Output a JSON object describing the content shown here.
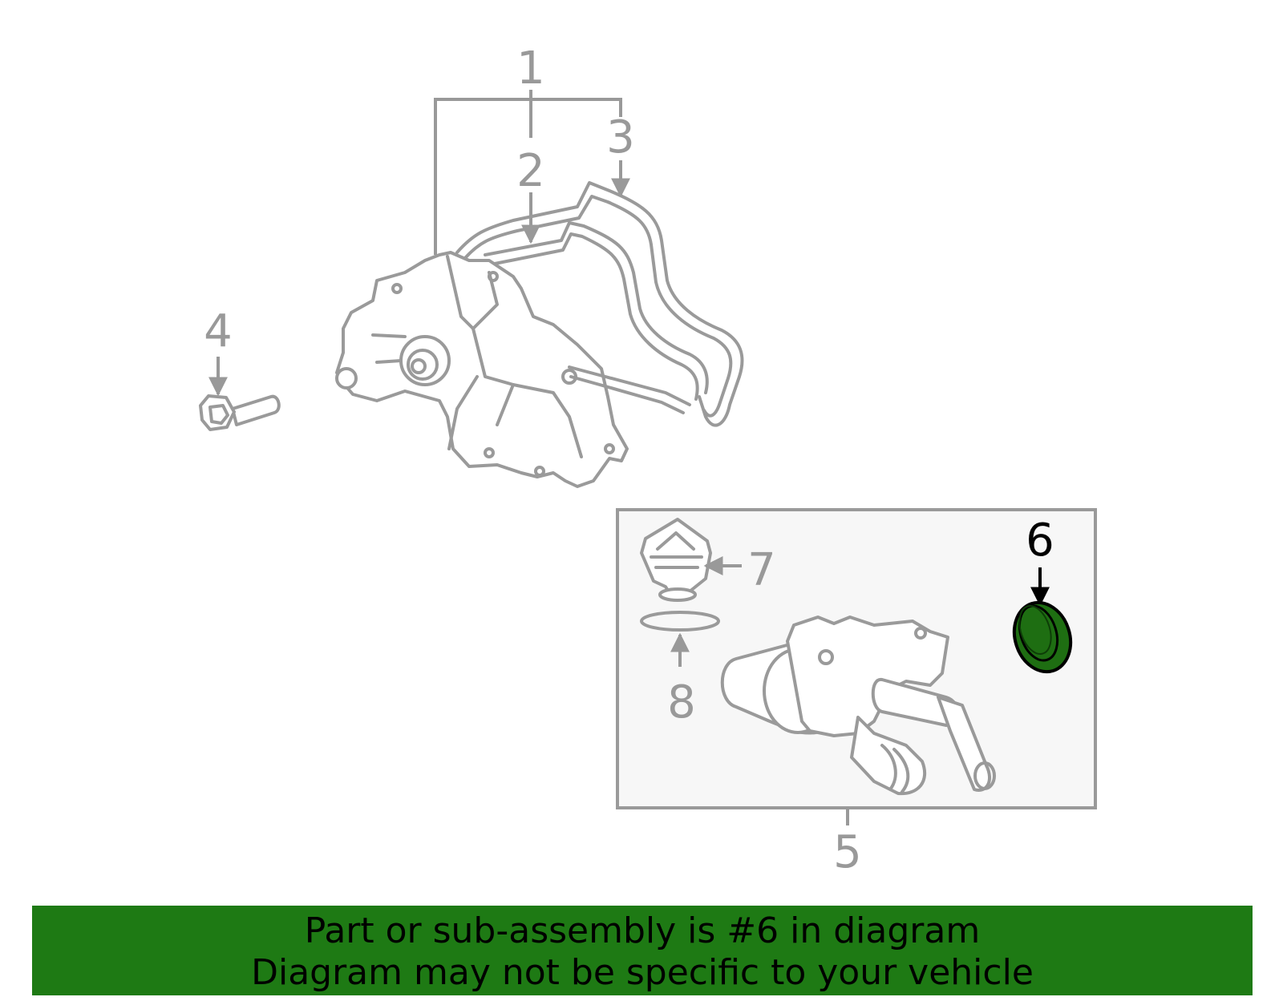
{
  "callouts": {
    "c1": "1",
    "c2": "2",
    "c3": "3",
    "c4": "4",
    "c5": "5",
    "c6": "6",
    "c7": "7",
    "c8": "8"
  },
  "highlight": {
    "part_number": "6",
    "fill_color": "#1e6e12",
    "label_color": "#000000"
  },
  "colors": {
    "line": "#9a9a9a",
    "box_fill": "#f7f7f7",
    "banner": "#1e7a14"
  },
  "banner": {
    "line1": "Part or sub-assembly is #6 in diagram",
    "line2": "Diagram may not be specific to your vehicle"
  }
}
